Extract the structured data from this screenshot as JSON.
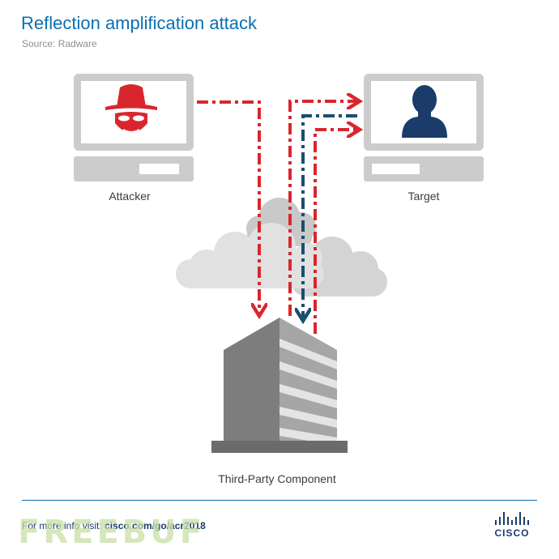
{
  "header": {
    "title": "Reflection amplification attack",
    "source": "Source: Radware"
  },
  "nodes": {
    "attacker": "Attacker",
    "target": "Target",
    "third_party": "Third-Party Component"
  },
  "footer": {
    "prefix": "For more info visit: ",
    "link": "cisco.com/go/acr2018",
    "brand": "CISCO",
    "watermark": "FREEBUF"
  },
  "colors": {
    "title": "#0a6fb0",
    "attack_path": "#d9262e",
    "reply_path": "#1a4f6e",
    "monitor": "#cccccc",
    "cloud": "#dcdcdc",
    "building": "#8a8a8a"
  }
}
